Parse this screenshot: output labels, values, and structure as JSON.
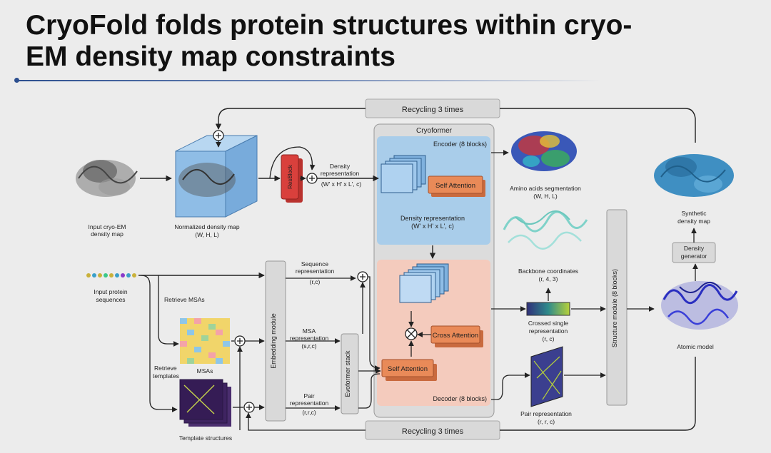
{
  "title": "CryoFold folds protein structures within cryo-EM density map constraints",
  "title_lines": [
    "CryoFold folds protein structures within cryo-",
    "EM density map constraints"
  ],
  "diagram": {
    "recycling_top": "Recycling 3 times",
    "recycling_bottom": "Recycling 3 times",
    "cryoformer": "Cryoformer",
    "encoder": "Encoder (8 blocks)",
    "decoder": "Decoder (8 blocks)",
    "self_attention_encoder": "Self Attention",
    "self_attention_decoder": "Self Attention",
    "cross_attention": "Cross Attention",
    "density_repr_inner": [
      "Density representation",
      "(W' x H' x L', c)"
    ],
    "density_repr_label": [
      "Density",
      "representation",
      "(W' x H' x L', c)"
    ],
    "resblock": "ResBlock",
    "input_cryoem": [
      "Input cryo-EM",
      "density map"
    ],
    "normalized_map": [
      "Normalized density map",
      "(W, H, L)"
    ],
    "input_protein": [
      "Input protein",
      "sequences"
    ],
    "retrieve_msas": "Retrieve MSAs",
    "retrieve_templates": [
      "Retrieve",
      "templates"
    ],
    "msas": "MSAs",
    "template_structures": "Template structures",
    "embedding_module": "Embedding module",
    "evoformer_stack": "Evoformer stack",
    "sequence_repr": [
      "Sequence",
      "representation",
      "(r,c)"
    ],
    "msa_repr": [
      "MSA",
      "representation",
      "(s,r,c)"
    ],
    "pair_repr_label": [
      "Pair",
      "representation",
      "(r,r,c)"
    ],
    "amino_acids_seg": [
      "Amino acids segmentation",
      "(W, H, L)"
    ],
    "backbone_coords": [
      "Backbone coordinates",
      "(r, 4, 3)"
    ],
    "crossed_single": [
      "Crossed single",
      "representation",
      "(r, c)"
    ],
    "pair_representation_out": [
      "Pair representation",
      "(r, r, c)"
    ],
    "structure_module": "Structure module (8 blocks)",
    "synthetic_map": [
      "Synthetic",
      "density map"
    ],
    "density_generator": [
      "Density",
      "generator"
    ],
    "atomic_model": "Atomic model"
  },
  "colors": {
    "encoder_bg": "#a9cdea",
    "decoder_bg": "#f4cbbd",
    "orange_block": "#e98a58",
    "resblock": "#d9403c",
    "cube": "#8fbde6",
    "gray_box": "#d9d9d9",
    "title_rule": "#2c4f8f"
  }
}
